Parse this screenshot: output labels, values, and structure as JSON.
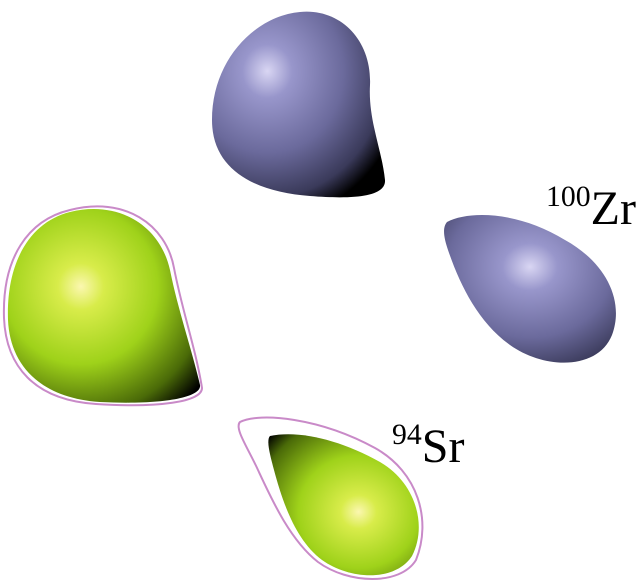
{
  "labels": {
    "zr_mass": "100",
    "zr_symbol": "Zr",
    "sr_mass": "94",
    "sr_symbol": "Sr"
  },
  "colors": {
    "zirconium_fill": "#6b6a9c",
    "strontium_fill": "#9fd21a",
    "outline": "#c98ac8",
    "background": "#ffffff"
  }
}
